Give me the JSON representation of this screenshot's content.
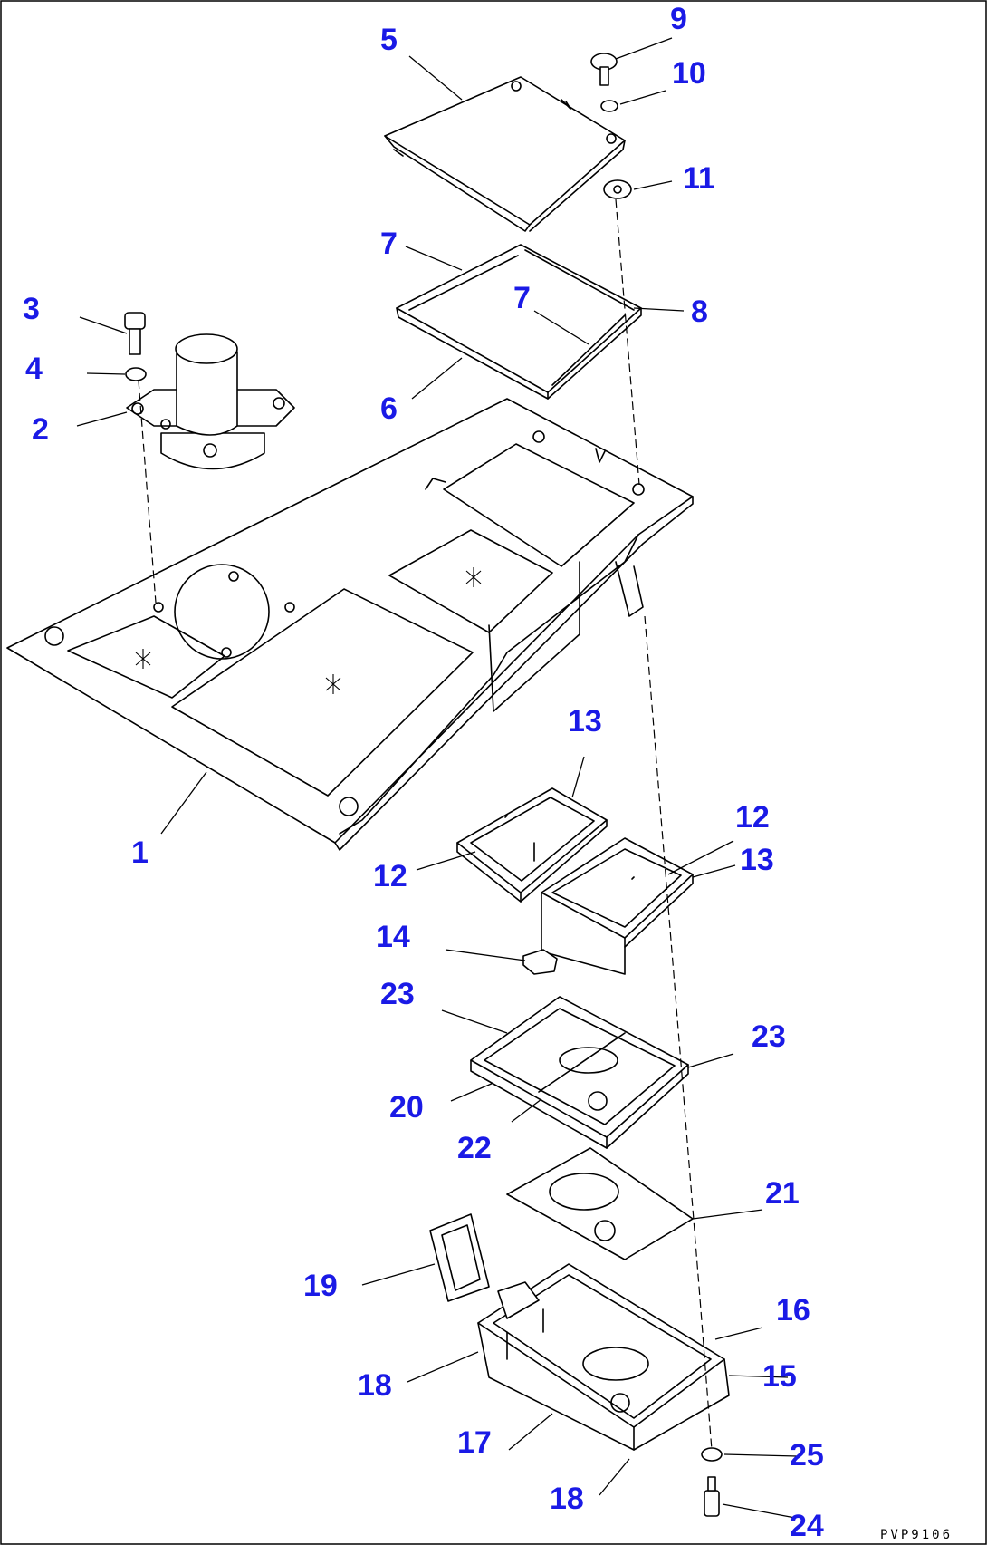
{
  "callouts": [
    "1",
    "2",
    "3",
    "4",
    "5",
    "6",
    "7",
    "7",
    "8",
    "9",
    "10",
    "11",
    "12",
    "12",
    "13",
    "13",
    "14",
    "15",
    "16",
    "17",
    "18",
    "18",
    "19",
    "20",
    "21",
    "22",
    "23",
    "23",
    "24",
    "25"
  ],
  "drawing_code": "PVP9106"
}
